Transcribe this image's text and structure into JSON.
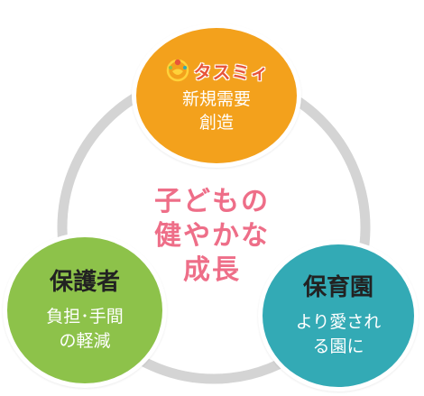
{
  "colors": {
    "ring": "#d4d4d4",
    "top_node": "#f3a11c",
    "left_node": "#8dc24a",
    "right_node": "#33aab5",
    "center_text": "#ee6e88",
    "logo_text": "#e8553a"
  },
  "center": {
    "lines": [
      "子どもの",
      "健やかな",
      "成長"
    ]
  },
  "nodes": {
    "top": {
      "logo_icon": "tasumi-logo-icon",
      "logo_text": "タスミィ",
      "desc_lines": [
        "新規需要",
        "創造"
      ]
    },
    "left": {
      "title": "保護者",
      "desc_lines": [
        "負担･手間",
        "の軽減"
      ]
    },
    "right": {
      "title": "保育園",
      "desc_lines": [
        "より愛され",
        "る園に"
      ]
    }
  }
}
